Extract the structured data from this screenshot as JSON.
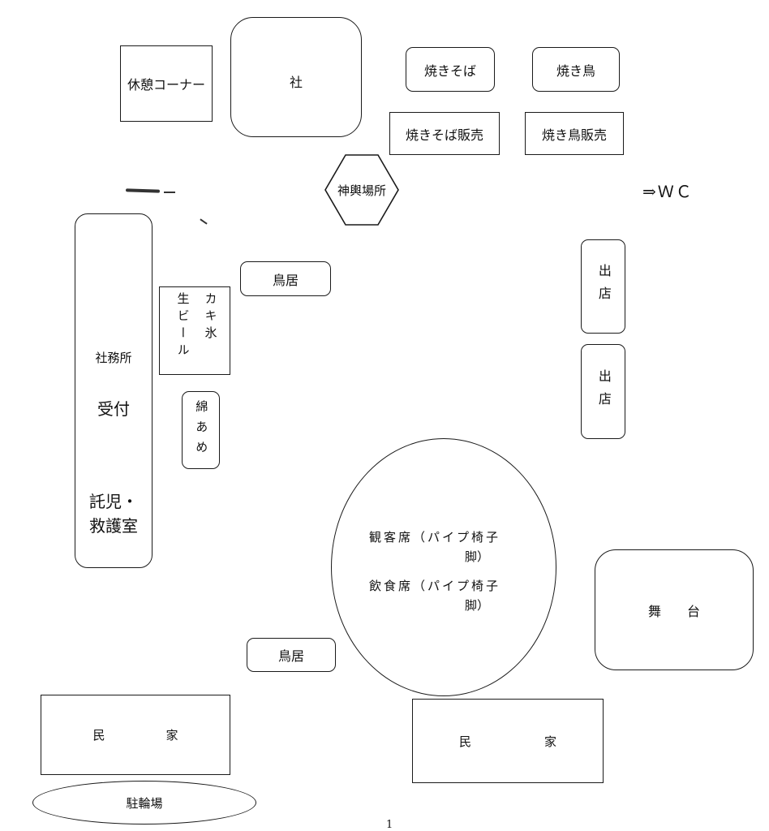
{
  "title": "",
  "map_labels": {
    "rest_corner": "休憩コーナー",
    "shrine": "社",
    "yakisoba": "焼きそば",
    "yakitori": "焼き鳥",
    "yakisoba_sales": "焼きそば販売",
    "yakitori_sales": "焼き鳥販売",
    "mikoshi_place": "神輿場所",
    "to_wc": "⇒ＷＣ",
    "torii_upper": "鳥居",
    "torii_lower": "鳥居",
    "kakigori_col1": "カキ氷",
    "kakigori_col2": "生ビール",
    "shamusho": "社務所",
    "reception": "受付",
    "childcare_line1": "託児・",
    "childcare_line2": "救護室",
    "cotton_candy": "綿あめ",
    "stall_1": "出店",
    "stall_2": "出店",
    "seating_line1": "観客席（パイプ椅子",
    "seating_line2": "脚）",
    "dining_line1": "飲食席（パイプ椅子",
    "dining_line2": "脚）",
    "stage": "舞　　台",
    "house_left": "民　　　　　家",
    "house_right": "民　　　　　　家",
    "bicycle_parking": "駐輪場",
    "page_number": "1"
  }
}
